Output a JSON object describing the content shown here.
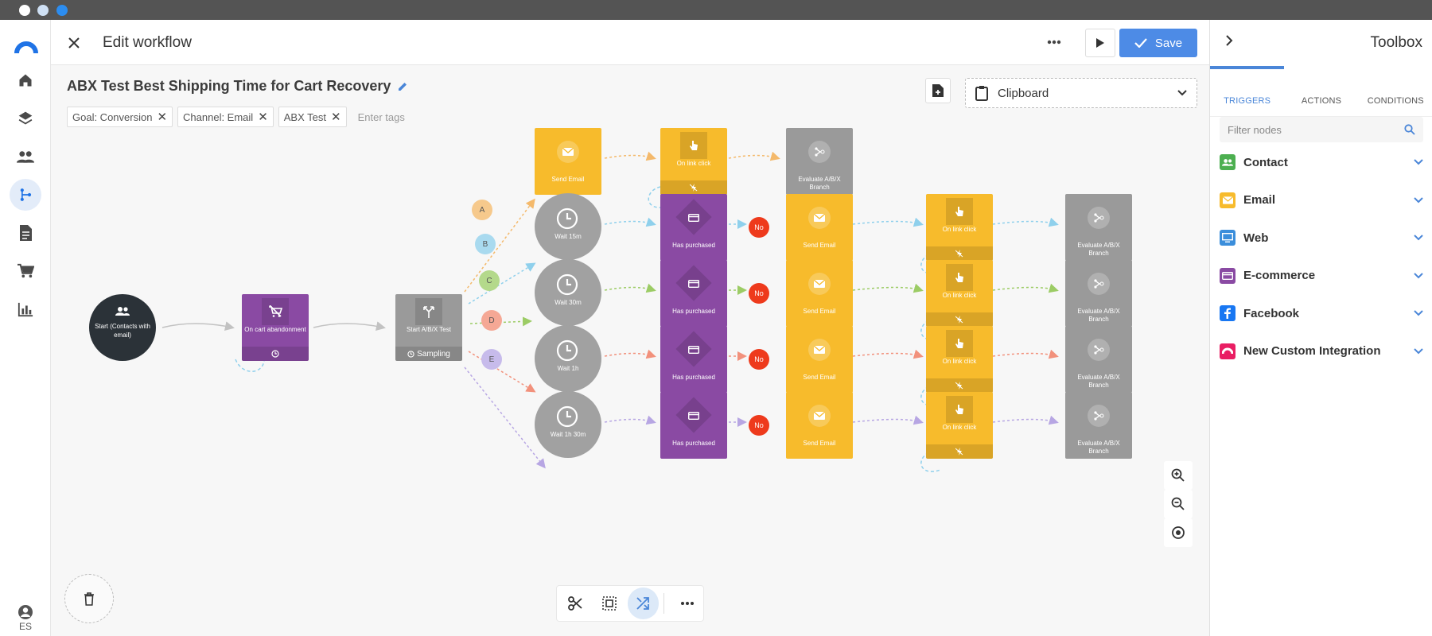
{
  "app": {
    "header_title": "Edit workflow",
    "save_label": "Save"
  },
  "sidebar": {
    "language": "ES",
    "items": [
      "home",
      "layers",
      "contacts",
      "workflows",
      "forms",
      "ecommerce",
      "reports"
    ]
  },
  "workflow": {
    "title": "ABX Test Best Shipping Time for Cart Recovery",
    "tags": [
      "Goal: Conversion",
      "Channel: Email",
      "ABX Test"
    ],
    "tag_placeholder": "Enter tags",
    "clipboard_label": "Clipboard"
  },
  "nodes": {
    "start": "Start (Contacts with email)",
    "cart": "On cart abandonment",
    "abtest": "Start A/B/X Test",
    "sampling": "Sampling",
    "send_email": "Send Email",
    "link_click": "On link click",
    "evaluate": "Evaluate A/B/X Branch",
    "has_purchased": "Has purchased",
    "no": "No",
    "waits": [
      "Wait 15m",
      "Wait 30m",
      "Wait 1h",
      "Wait 1h 30m"
    ],
    "branches": [
      "A",
      "B",
      "C",
      "D",
      "E"
    ]
  },
  "colors": {
    "branch_A": "#f4b96b",
    "branch_B": "#8fd0ec",
    "branch_C": "#9ccc65",
    "branch_D": "#f2917c",
    "branch_E": "#b7a6e3",
    "email": "#f7bb2c",
    "purple": "#8a4aa3",
    "accent": "#4d8be6"
  },
  "toolbox": {
    "title": "Toolbox",
    "tabs": [
      "TRIGGERS",
      "ACTIONS",
      "CONDITIONS"
    ],
    "active_tab": "TRIGGERS",
    "filter_placeholder": "Filter nodes",
    "categories": [
      {
        "label": "Contact",
        "color": "#4caf50"
      },
      {
        "label": "Email",
        "color": "#f7bb2c"
      },
      {
        "label": "Web",
        "color": "#3b8edb"
      },
      {
        "label": "E-commerce",
        "color": "#8a4aa3"
      },
      {
        "label": "Facebook",
        "color": "#1877f2"
      },
      {
        "label": "New Custom Integration",
        "color": "#e91e63"
      }
    ]
  }
}
